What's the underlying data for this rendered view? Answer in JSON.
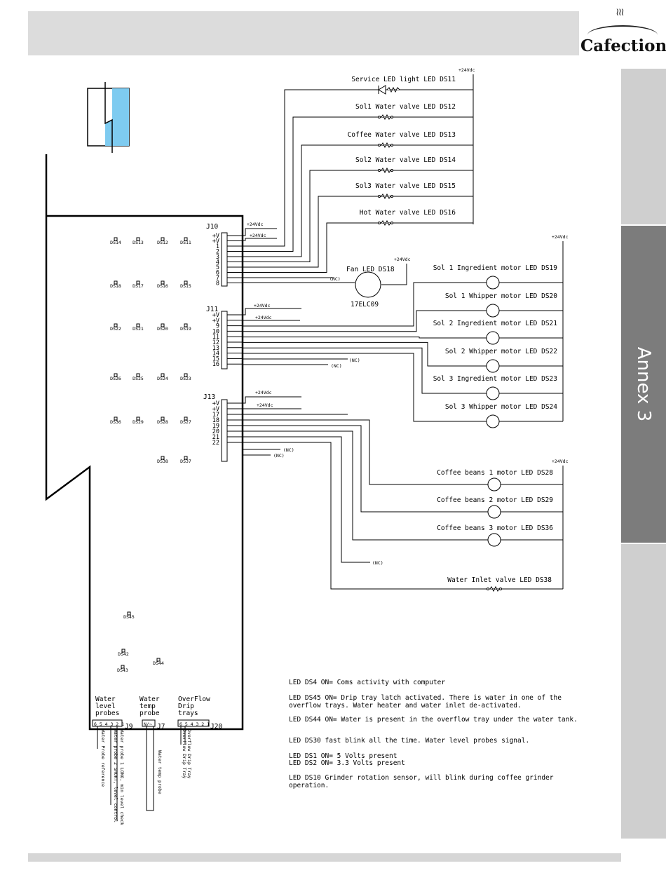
{
  "header": {
    "brand": "Cafection",
    "tab_label": "Annex 3"
  },
  "supply": {
    "v24": "+24Vdc"
  },
  "j10": {
    "label": "J10",
    "pins": [
      "+V",
      "+V",
      "1",
      "2",
      "3",
      "4",
      "5",
      "6",
      "7",
      "8"
    ],
    "supply1": "+24Vdc",
    "supply2": "+24Vdc",
    "loads": [
      "Service LED light LED DS11",
      "Sol1 Water valve LED DS12",
      "Coffee Water valve LED DS13",
      "Sol2 Water valve LED DS14",
      "Sol3 Water valve LED DS15",
      "Hot Water valve LED DS16"
    ],
    "nc": "(NC)",
    "fan_label": "Fan LED DS18",
    "fan_supply": "+24Vdc",
    "fan_part": "17ELC09"
  },
  "j11": {
    "label": "J11",
    "pins": [
      "+V",
      "+V",
      "9",
      "10",
      "11",
      "12",
      "13",
      "14",
      "15",
      "16"
    ],
    "supply1": "+24Vdc",
    "supply2": "+24Vdc",
    "loads": [
      "Sol 1 Ingredient motor LED DS19",
      "Sol 1 Whipper motor LED DS20",
      "Sol 2 Ingredient motor LED DS21",
      "Sol 2 Whipper motor LED DS22",
      "Sol 3 Ingredient motor LED DS23",
      "Sol 3 Whipper motor LED DS24"
    ],
    "nc1": "(NC)",
    "nc2": "(NC)"
  },
  "j13": {
    "label": "J13",
    "pins": [
      "+V",
      "+V",
      "17",
      "18",
      "19",
      "20",
      "21",
      "22"
    ],
    "supply1": "+24Vdc",
    "supply2": "+24Vdc",
    "loads": [
      "Coffee beans 1 motor LED DS28",
      "Coffee beans 2 motor LED DS29",
      "Coffee beans 3 motor LED DS36"
    ],
    "nc_inline": "(NC)",
    "inlet": "Water Inlet valve LED DS38",
    "nc1": "(NC)",
    "nc2": "(NC)"
  },
  "board_leds": [
    [
      "DS14",
      "DS13",
      "DS12",
      "DS11"
    ],
    [
      "DS18",
      "DS17",
      "DS16",
      "DS15"
    ],
    [
      "DS22",
      "DS21",
      "DS20",
      "DS19"
    ],
    [
      "DS26",
      "DS25",
      "DS24",
      "DS23"
    ],
    [
      "DS36",
      "DS29",
      "DS28",
      "DS27"
    ],
    [
      "DS38",
      "DS37"
    ],
    [
      "DS45",
      "DS42",
      "DS43",
      "DS44"
    ]
  ],
  "connectors": {
    "water_level": {
      "title": "Water\nlevel\nprobes",
      "pins": "6 5 4 3 2 1",
      "id": "J9",
      "wires": [
        "Water Probe reference",
        "Water probe 2 SHORT, level control",
        "Water probe 1 LONG, min level check"
      ]
    },
    "water_temp": {
      "title": "Water\ntemp\nprobe",
      "pins": "N/~",
      "id": "J7",
      "wire": "Water temp probe"
    },
    "overflow": {
      "title": "OverFlow\nDrip\ntrays",
      "pins": "6 5 4 3 2 1",
      "id": "J20",
      "wires": [
        "Overflow Drip Tray",
        "Overflow Drip Tray"
      ]
    }
  },
  "notes": [
    "LED DS4 ON= Coms activity with computer",
    "LED DS45 ON= Drip tray latch activated. There is water in one of the overflow trays. Water heater and water inlet de-activated.",
    "LED DS44 ON= Water is present in the overflow tray under the water tank.",
    "LED DS30 fast blink all the time. Water level probes signal.",
    "LED DS1 ON= 5 Volts present",
    "LED DS2 ON= 3.3 Volts present",
    "LED DS10 Grinder rotation sensor, will blink during coffee grinder operation."
  ]
}
